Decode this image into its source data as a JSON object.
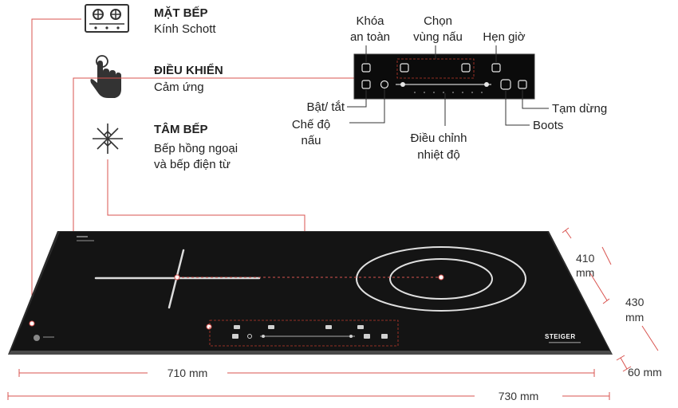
{
  "features": [
    {
      "title": "MẶT BẾP",
      "subtitle": "Kính Schott",
      "icon": "cooktop-burners-icon"
    },
    {
      "title": "ĐIỀU KHIỂN",
      "subtitle": "Cảm ứng",
      "icon": "touch-hand-icon"
    },
    {
      "title": "TÂM BẾP",
      "subtitle_lines": [
        "Bếp hồng ngoại",
        "và bếp điện từ"
      ],
      "icon": "heating-center-icon"
    }
  ],
  "control_labels": {
    "safety_lock": [
      "Khóa",
      "an toàn"
    ],
    "zone_select": [
      "Chọn",
      "vùng nấu"
    ],
    "timer": "Hẹn giờ",
    "power": "Bật/ tắt",
    "cook_mode": [
      "Chế độ",
      "nấu"
    ],
    "temp_adjust": [
      "Điều chỉnh",
      "nhiệt độ"
    ],
    "pause": "Tạm dừng",
    "boost": "Boots"
  },
  "dimensions": {
    "depth_inner": [
      "410",
      "mm"
    ],
    "depth_outer": [
      "430",
      "mm"
    ],
    "width_inner": "710 mm",
    "width_outer": "730 mm",
    "height": "60 mm"
  },
  "brand": "STEIGER",
  "colors": {
    "accent_line": "#d9534f",
    "glass": "#141414",
    "frame": "#3a3a3a"
  }
}
